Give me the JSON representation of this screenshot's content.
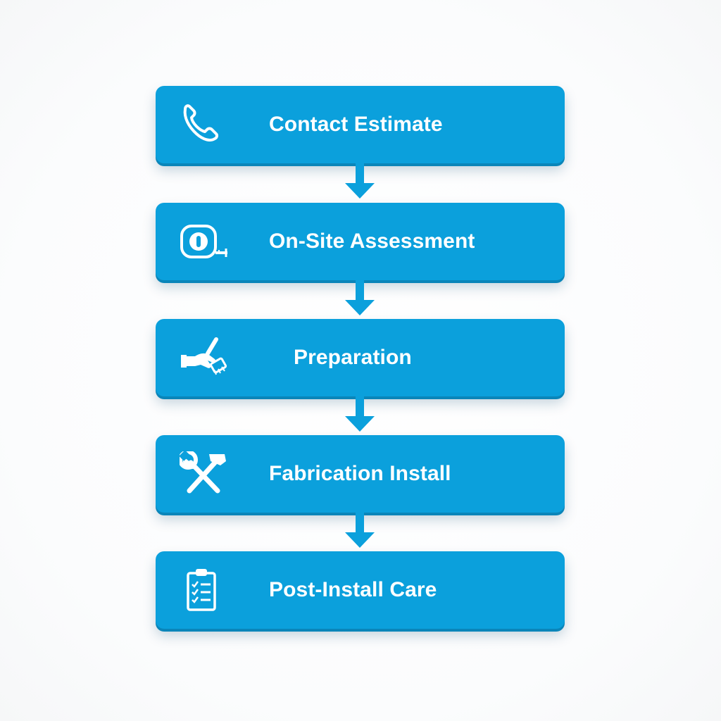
{
  "theme": {
    "box_color": "#0ba0dc",
    "box_shadow_color": "#0a85b9",
    "arrow_color": "#0ba0dc",
    "text_color": "#ffffff",
    "background": "#ffffff"
  },
  "steps": [
    {
      "label": "Contact Estimate",
      "icon": "phone-icon"
    },
    {
      "label": "On-Site Assessment",
      "icon": "tape-measure-icon"
    },
    {
      "label": "Preparation",
      "icon": "hand-brush-icon"
    },
    {
      "label": "Fabrication Install",
      "icon": "wrench-hammer-icon"
    },
    {
      "label": "Post-Install Care",
      "icon": "clipboard-checklist-icon"
    }
  ],
  "connectors": [
    {
      "from": "Contact Estimate",
      "to": "On-Site Assessment",
      "icon": "arrow-down-icon"
    },
    {
      "from": "On-Site Assessment",
      "to": "Preparation",
      "icon": "arrow-down-icon"
    },
    {
      "from": "Preparation",
      "to": "Fabrication Install",
      "icon": "arrow-down-icon"
    },
    {
      "from": "Fabrication Install",
      "to": "Post-Install Care",
      "icon": "arrow-down-icon"
    }
  ]
}
